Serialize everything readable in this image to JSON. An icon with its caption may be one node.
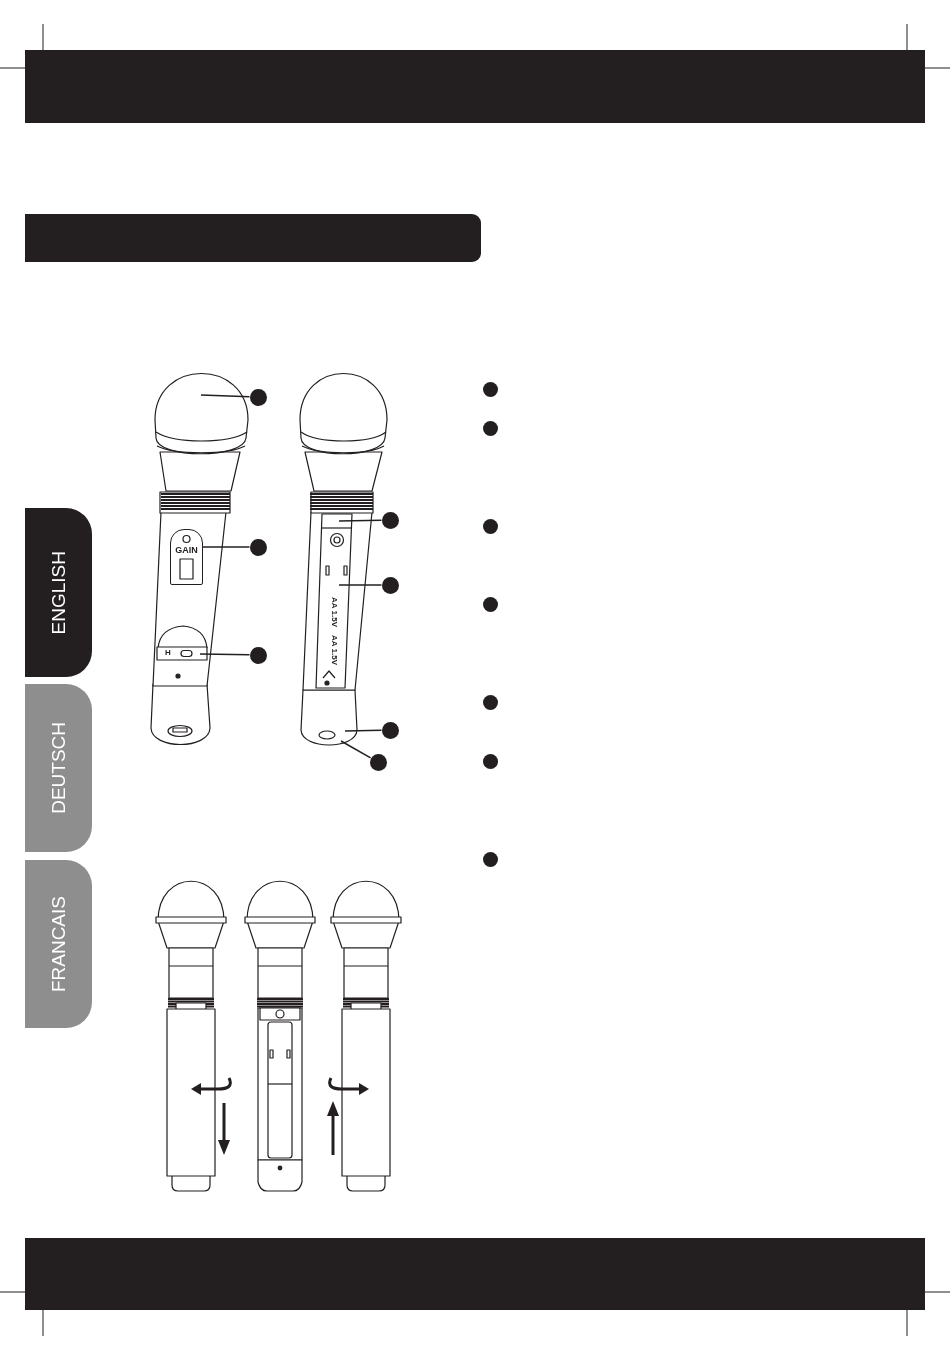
{
  "diagram": {
    "nodes": [
      {
        "text": [],
        "shape": "bar"
      },
      {
        "text": [
          "ENGLISH"
        ]
      },
      {
        "text": [
          "DEUTSCH"
        ]
      },
      {
        "text": [
          "FRANCAIS"
        ]
      },
      {
        "text": [],
        "shape": "circle"
      },
      {
        "text": [],
        "shape": "circle"
      },
      {
        "text": [],
        "shape": "circle"
      },
      {
        "text": [
          "GAIN"
        ]
      },
      {
        "text": [],
        "shape": "circle"
      },
      {
        "text": [],
        "shape": "circle"
      },
      {
        "text": [],
        "shape": "circle"
      },
      {
        "text": [],
        "shape": "circle"
      },
      {
        "text": [],
        "shape": "circle"
      },
      {
        "text": [],
        "shape": "circle"
      },
      {
        "text": [],
        "shape": "circle"
      },
      {
        "text": [],
        "shape": "circle"
      },
      {
        "text": [],
        "shape": "circle"
      },
      {
        "text": [],
        "shape": "circle"
      },
      {
        "text": [],
        "shape": "circle"
      }
    ],
    "edges": [
      {
        "from": 4,
        "to": null,
        "arrow": "none"
      },
      {
        "from": 5,
        "to": 7,
        "arrow": "none"
      },
      {
        "from": 6,
        "to": null,
        "arrow": "none"
      },
      {
        "from": 8,
        "to": null,
        "arrow": "none"
      },
      {
        "from": 9,
        "to": null,
        "arrow": "none"
      },
      {
        "from": 10,
        "to": null,
        "arrow": "none"
      },
      {
        "from": 11,
        "to": null,
        "arrow": "none"
      }
    ],
    "labels": [
      "H",
      "AA 1.5V",
      "AA 1.5V"
    ]
  }
}
